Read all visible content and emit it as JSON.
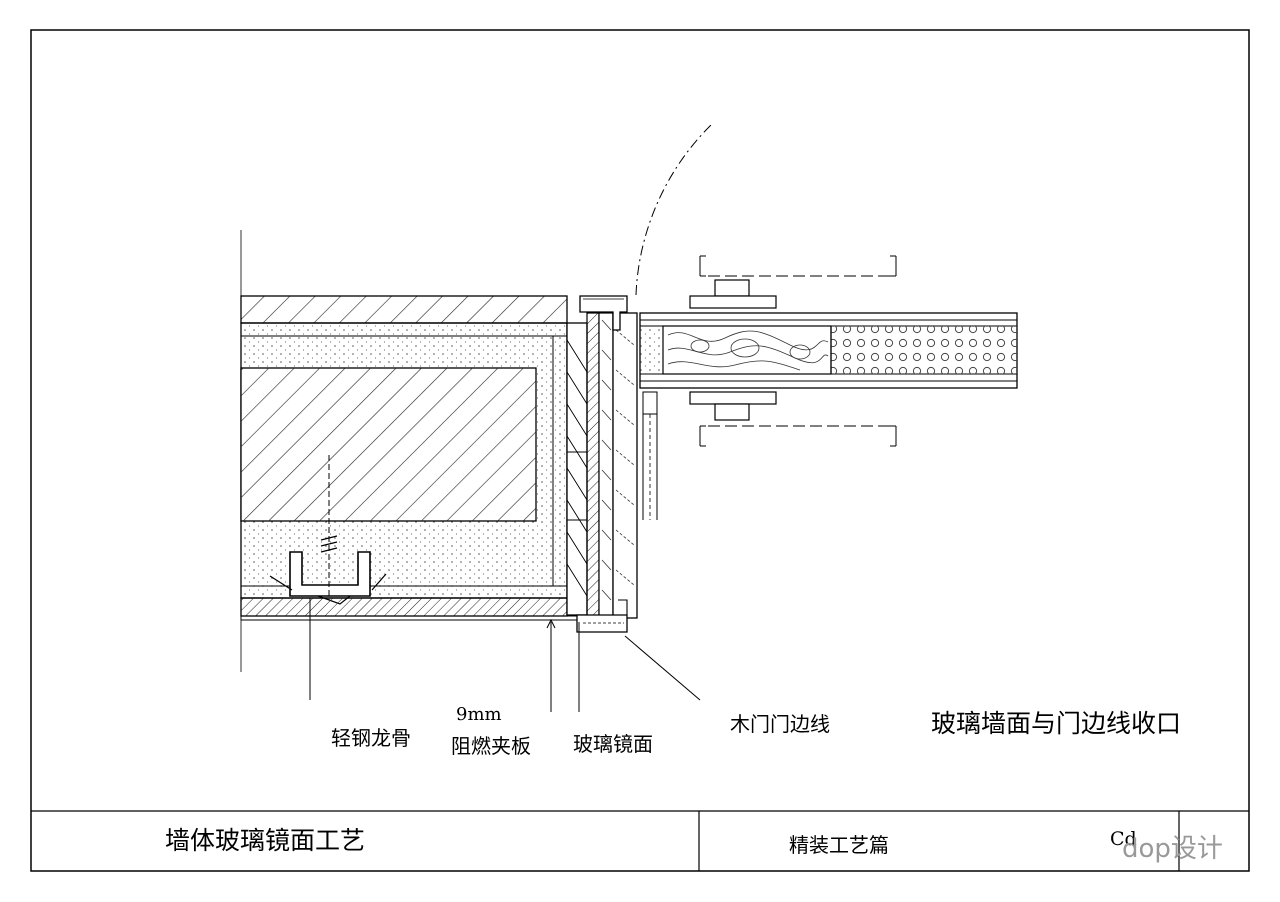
{
  "labels": {
    "light_steel_keel": "轻钢龙骨",
    "plywood_thickness": "9mm",
    "fire_retardant_plywood": "阻燃夹板",
    "glass_mirror": "玻璃镜面",
    "wood_door_trim": "木门门边线"
  },
  "section_title": "玻璃墙面与门边线收口",
  "title_block": {
    "drawing_title": "墙体玻璃镜面工艺",
    "category": "精装工艺篇",
    "code": "Cd",
    "watermark": "dop设计"
  }
}
